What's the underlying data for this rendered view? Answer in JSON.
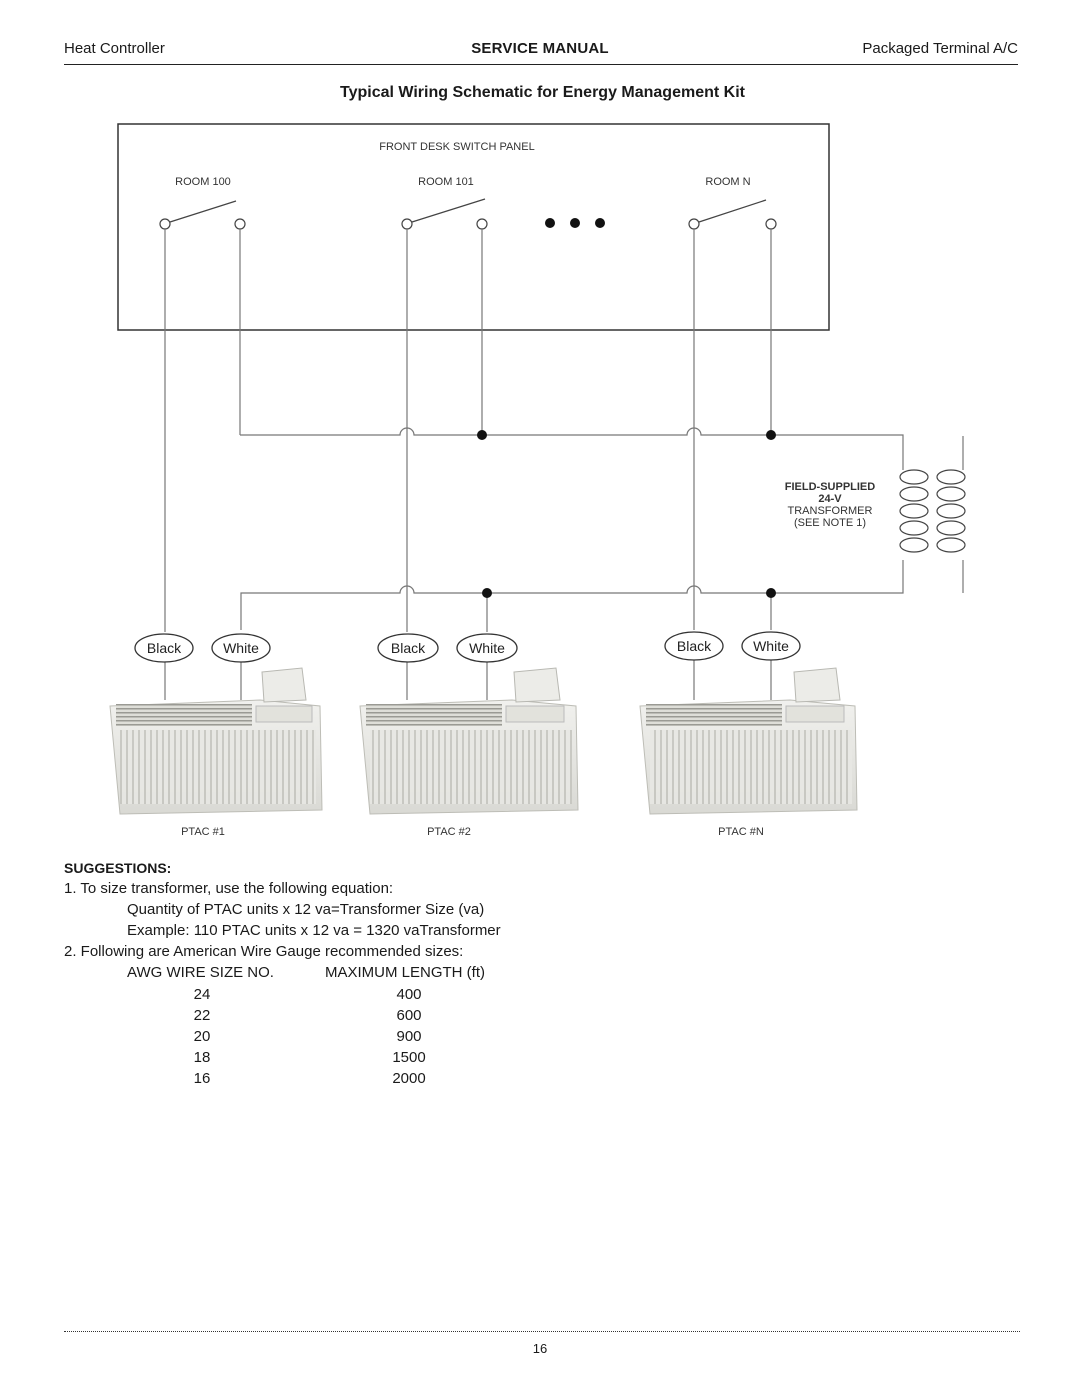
{
  "header": {
    "left": "Heat Controller",
    "center": "SERVICE MANUAL",
    "right": "Packaged Terminal A/C"
  },
  "diagram": {
    "title": "Typical Wiring Schematic for Energy Management Kit",
    "panel_label": "FRONT DESK SWITCH PANEL",
    "rooms": [
      "ROOM 100",
      "ROOM 101",
      "ROOM N"
    ],
    "transformer": [
      "FIELD-SUPPLIED",
      "24-V",
      "TRANSFORMER",
      "(SEE NOTE 1)"
    ],
    "wire_labels": [
      {
        "black": "Black",
        "white": "White"
      },
      {
        "black": "Black",
        "white": "White"
      },
      {
        "black": "Black",
        "white": "White"
      }
    ],
    "units": [
      "PTAC #1",
      "PTAC #2",
      "PTAC #N"
    ]
  },
  "suggestions": {
    "title": "SUGGESTIONS:",
    "item1": "1. To size transformer, use the following equation:",
    "item1_formula": "Quantity of PTAC units x 12 va=Transformer Size (va)",
    "item1_example": "Example: 110 PTAC units x 12 va = 1320 vaTransformer",
    "item2": "2. Following are American Wire Gauge recommended sizes:",
    "col_awg": "AWG WIRE SIZE NO.",
    "col_length": "MAXIMUM LENGTH (ft)",
    "rows": [
      {
        "awg": "24",
        "length": "400"
      },
      {
        "awg": "22",
        "length": "600"
      },
      {
        "awg": "20",
        "length": "900"
      },
      {
        "awg": "18",
        "length": "1500"
      },
      {
        "awg": "16",
        "length": "2000"
      }
    ]
  },
  "footer": {
    "page_number": "16"
  }
}
